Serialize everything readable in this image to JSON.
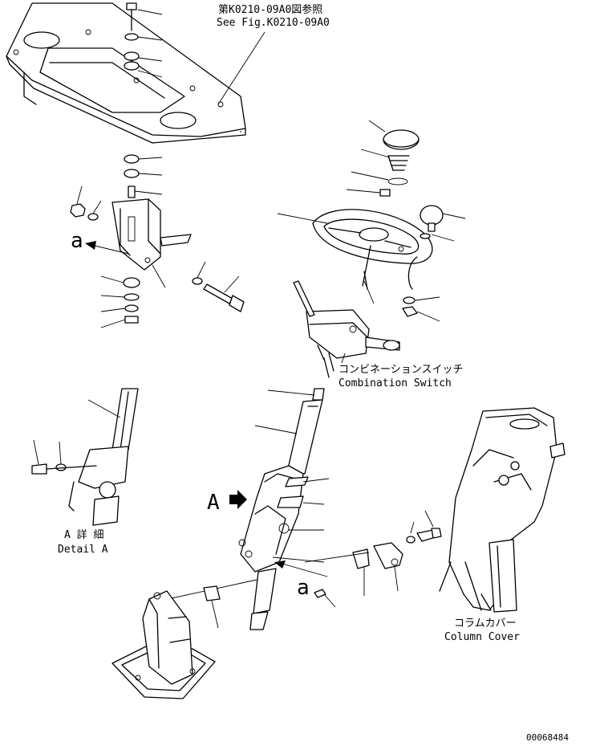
{
  "labels": {
    "see_fig_jp": "第K0210-09A0図参照",
    "see_fig_en": "See Fig.K0210-09A0",
    "combination_switch_jp": "コンビネーションスイッチ",
    "combination_switch_en": "Combination Switch",
    "detail_a_jp": "A 詳 細",
    "detail_a_en": "Detail A",
    "column_cover_jp": "コラムカバー",
    "column_cover_en": "Column Cover",
    "view_marker": "A",
    "ref_a_upper": "a",
    "ref_a_lower": "a",
    "drawing_number": "00068484"
  }
}
